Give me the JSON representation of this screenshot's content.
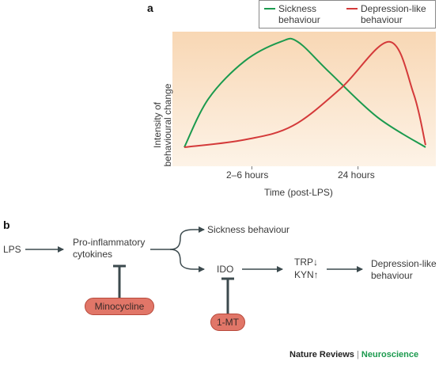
{
  "panel_a_label": "a",
  "panel_b_label": "b",
  "chart_data": {
    "type": "line",
    "xlabel": "Time (post-LPS)",
    "ylabel": "Intensity of behavioural change",
    "x_tick_labels": [
      "2–6 hours",
      "24 hours"
    ],
    "series": [
      {
        "name": "Sickness behaviour",
        "color": "#1b9a4e",
        "x": [
          0.0,
          0.1,
          0.25,
          0.4,
          0.47,
          0.6,
          0.8,
          1.0
        ],
        "values": [
          0.0,
          0.45,
          0.8,
          0.98,
          0.98,
          0.7,
          0.28,
          0.0
        ]
      },
      {
        "name": "Depression-like behaviour",
        "color": "#d43a3a",
        "x": [
          0.0,
          0.25,
          0.45,
          0.65,
          0.85,
          0.95,
          1.0
        ],
        "values": [
          0.0,
          0.07,
          0.2,
          0.55,
          0.98,
          0.5,
          0.02
        ]
      }
    ],
    "grid": false,
    "legend": "top-right"
  },
  "legend": {
    "sickness": "Sickness behaviour",
    "depression": "Depression-like behaviour"
  },
  "flow": {
    "lps": "LPS",
    "cytokines": "Pro-inflammatory cytokines",
    "sickness": "Sickness behaviour",
    "ido": "IDO",
    "trp": "TRP↓",
    "kyn": "KYN↑",
    "depression": "Depression-like behaviour",
    "minocycline": "Minocycline",
    "one_mt": "1-MT"
  },
  "footer": {
    "journal": "Nature Reviews",
    "separator": "|",
    "section": "Neuroscience"
  },
  "colors": {
    "green": "#1b9a4e",
    "red": "#d43a3a",
    "pill": "#e17668",
    "arrow": "#3c4a4e"
  }
}
